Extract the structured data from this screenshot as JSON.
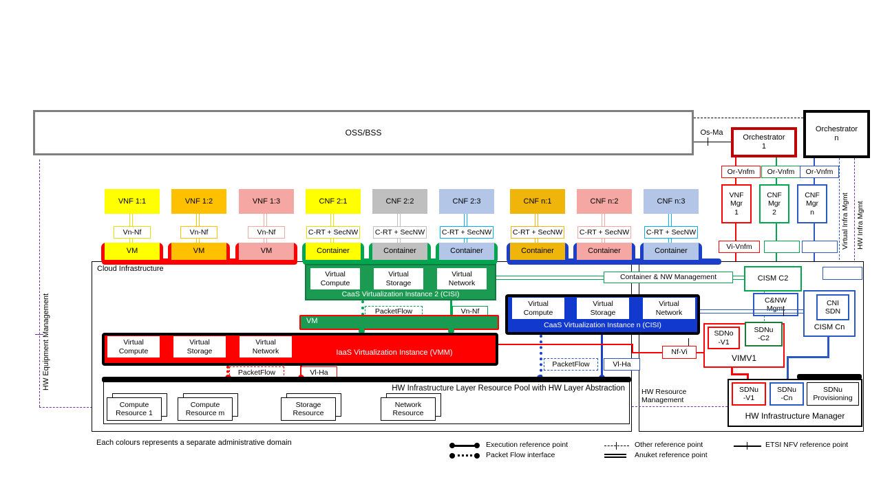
{
  "colors": {
    "red": "#FF0000",
    "dark_red": "#C00000",
    "green": "#00A54F",
    "green_fill": "#1B9A52",
    "dark_green": "#217A36",
    "blue": "#2B59C3",
    "blue_fill": "#1239CE",
    "base_blue": "#1C3FC9",
    "cyan": "#00B0F0",
    "purple": "#7030A0",
    "yellow": "#FFFF00",
    "orange": "#FFC000",
    "gold": "#EFB50B",
    "pink": "#F5A7A3",
    "light_blue": "#B4C6E7",
    "gray": "#BFBFBF",
    "oss_border": "#7F7F7F"
  },
  "oss": {
    "label": "OSS/BSS"
  },
  "os_ma_label": "Os-Ma",
  "orchestrators": [
    {
      "label": "Orchestrator\n1"
    },
    {
      "label": "Orchestrator\nn"
    }
  ],
  "or_vnfm": [
    {
      "label": "Or-Vnfm"
    },
    {
      "label": "Or-Vnfm"
    },
    {
      "label": "Or-Vnfm"
    }
  ],
  "managers": [
    {
      "label": "VNF\nMgr\n1"
    },
    {
      "label": "CNF\nMgr\n2"
    },
    {
      "label": "CNF\nMgr\nn"
    }
  ],
  "vi_vnfm_label": "Vi-Vnfm",
  "side_labels": {
    "hw_equipment_mgmt": "HW Equipment Management",
    "virtual_infra_mgmt": "Virtual Infra Mgmt",
    "hw_infra_mgmt": "HW Infra Mgmt"
  },
  "nf_columns": [
    {
      "name": "VNF 1:1",
      "iface": "Vn-Nf",
      "runtime": "VM",
      "fill": "#FFFF00",
      "line": "#E3E300",
      "base": "#FF0000"
    },
    {
      "name": "VNF 1:2",
      "iface": "Vn-Nf",
      "runtime": "VM",
      "fill": "#FFC000",
      "line": "#FFC000",
      "base": "#FF0000"
    },
    {
      "name": "VNF 1:3",
      "iface": "Vn-Nf",
      "runtime": "VM",
      "fill": "#F5A7A3",
      "line": "#F5A7A3",
      "base": "#FF0000"
    },
    {
      "name": "CNF 2:1",
      "iface": "C-RT + SecNW",
      "runtime": "Container",
      "fill": "#FFFF00",
      "line": "#E3E300",
      "base": "#00A54F"
    },
    {
      "name": "CNF 2:2",
      "iface": "C-RT + SecNW",
      "runtime": "Container",
      "fill": "#BFBFBF",
      "line": "#BFBFBF",
      "base": "#00A54F"
    },
    {
      "name": "CNF 2:3",
      "iface": "C-RT + SecNW",
      "runtime": "Container",
      "fill": "#B4C6E7",
      "line": "#00B0F0",
      "base": "#00A54F"
    },
    {
      "name": "CNF n:1",
      "iface": "C-RT + SecNW",
      "runtime": "Container",
      "fill": "#EFB50B",
      "line": "#EFB50B",
      "base": "#1C3FC9"
    },
    {
      "name": "CNF n:2",
      "iface": "C-RT + SecNW",
      "runtime": "Container",
      "fill": "#F5A7A3",
      "line": "#F5A7A3",
      "base": "#1C3FC9"
    },
    {
      "name": "CNF n:3",
      "iface": "C-RT + SecNW",
      "runtime": "Container",
      "fill": "#B4C6E7",
      "line": "#00B0F0",
      "base": "#1C3FC9"
    }
  ],
  "cloud": {
    "label": "Cloud  Infrastructure"
  },
  "caas2": {
    "cells": [
      "Virtual\nCompute",
      "Virtual\nStorage",
      "Virtual\nNetwork"
    ],
    "title": "CaaS Virtualization Instance 2 (CISI)"
  },
  "caasn": {
    "cells": [
      "Virtual\nCompute",
      "Virtual\nStorage",
      "Virtual\nNetwork"
    ],
    "title": "CaaS Virtualization Instance n (CISI)"
  },
  "vm_bar_label": "VM",
  "iaas": {
    "cells": [
      "Virtual\nCompute",
      "Virtual\nStorage",
      "Virtual\nNetwork"
    ],
    "title": "IaaS Virtualization Instance (VMM)"
  },
  "mgmt_boxes": {
    "container_nw": "Container & NW Management",
    "cism_c2": "CISM C2",
    "c_nw_mgmt": "C&NW\nMgmt",
    "cni_sdn": "CNI\nSDN",
    "cism_cn": "CISM Cn",
    "sdno_v1": "SDNo\n-V1",
    "sdnu_c2": "SDNu\n-C2",
    "vimv1": "VIMV1",
    "nf_vi": "Nf-Vi"
  },
  "iface_labels": {
    "packetflow": "PacketFlow",
    "vn_nf": "Vn-Nf",
    "vl_ha": "Vl-Ha"
  },
  "hw_pool": {
    "title": "HW Infrastructure Layer Resource Pool with HW Layer Abstraction",
    "resources": [
      "Compute\nResource 1",
      "Compute\nResource m",
      "Storage\nResource",
      "Network\nResource"
    ]
  },
  "hw_mgmt": {
    "resource_mgmt": "HW Resource\nManagement",
    "manager": "HW Infrastructure Manager",
    "sdnu_v1": "SDNu\n-V1",
    "sdnu_cn": "SDNu\n-Cn",
    "sdnu_prov": "SDNu\nProvisioning"
  },
  "legend": {
    "note": "Each colours represents a separate administrative domain",
    "execution": "Execution reference point",
    "packet_flow": "Packet Flow interface",
    "other": "Other reference point",
    "anuket": "Anuket reference point",
    "etsi": "ETSI NFV reference point"
  }
}
